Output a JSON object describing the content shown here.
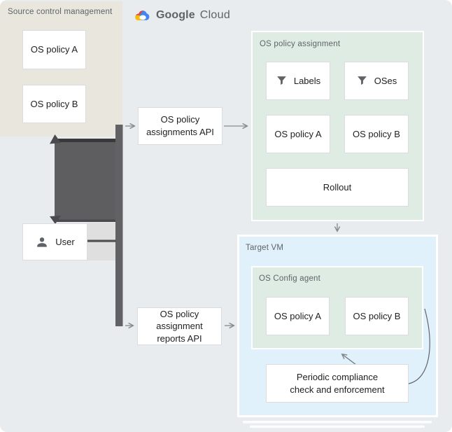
{
  "logo": {
    "brand": "Google",
    "product": "Cloud"
  },
  "source_control": {
    "title": "Source control management",
    "policies": [
      "OS policy A",
      "OS policy B"
    ]
  },
  "user": {
    "label": "User"
  },
  "apis": {
    "assignments": "OS policy\nassignments API",
    "reports": "OS policy\nassignment\nreports API"
  },
  "policy_assignment": {
    "title": "OS policy assignment",
    "labels": "Labels",
    "oses": "OSes",
    "policy_a": "OS policy A",
    "policy_b": "OS policy B",
    "rollout": "Rollout"
  },
  "target_vm": {
    "title": "Target VM",
    "os_config_agent": {
      "title": "OS Config agent",
      "policy_a": "OS policy A",
      "policy_b": "OS policy B"
    },
    "periodic": "Periodic compliance\ncheck and enforcement"
  },
  "icons": {
    "filter": "filter-icon",
    "person": "person-icon",
    "google_cloud": "google-cloud-logo-icon"
  },
  "colors": {
    "canvas_bg": "#e8ecef",
    "source_panel_bg": "#e9e6de",
    "green_panel_bg": "#dfece4",
    "blue_panel_bg": "#e1f1fc",
    "box_border": "#dadce0",
    "text_primary": "#202124",
    "text_secondary": "#5f6368",
    "connector_dark": "#5e5e60",
    "arrow_gray": "#858a8f",
    "google_blue": "#4285f4",
    "google_red": "#ea4335",
    "google_yellow": "#fbbc05",
    "google_green": "#34a853"
  }
}
